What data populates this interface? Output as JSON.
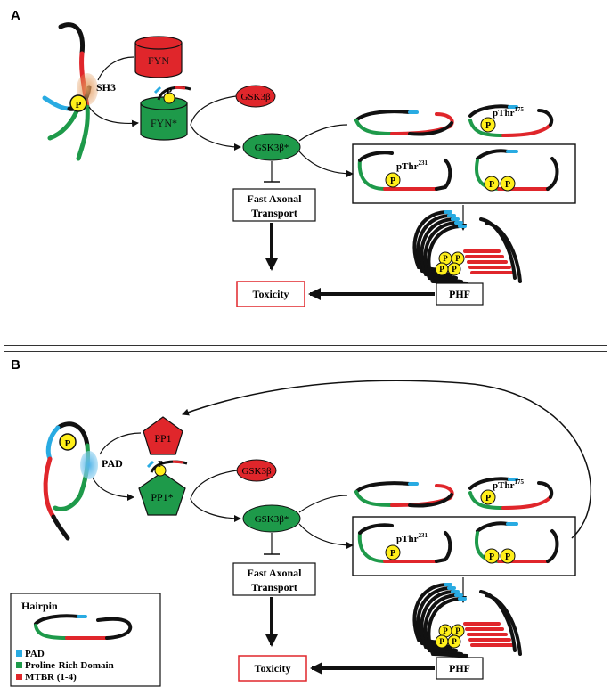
{
  "panels": [
    {
      "letter": "A",
      "activator": "FYN",
      "activated": "FYN*",
      "domain_label": "SH3",
      "kinase": "GSK3β",
      "kinase_active": "GSK3β*",
      "transport_line1": "Fast Axonal",
      "transport_line2": "Transport",
      "toxicity": "Toxicity",
      "phf": "PHF",
      "pthr175": "pThr",
      "pthr175_sup": "175",
      "pthr231": "pThr",
      "pthr231_sup": "231",
      "phospho": "P"
    },
    {
      "letter": "B",
      "activator": "PP1",
      "activated": "PP1*",
      "domain_label": "PAD",
      "kinase": "GSK3β",
      "kinase_active": "GSK3β*",
      "transport_line1": "Fast Axonal",
      "transport_line2": "Transport",
      "toxicity": "Toxicity",
      "phf": "PHF",
      "pthr175": "pThr",
      "pthr175_sup": "175",
      "pthr231": "pThr",
      "pthr231_sup": "231",
      "phospho": "P"
    }
  ],
  "legend": {
    "title": "Hairpin",
    "items": [
      {
        "label": "PAD",
        "color": "#29abe2"
      },
      {
        "label": "Proline-Rich Domain",
        "color": "#1e9a4a"
      },
      {
        "label": "MTBR (1-4)",
        "color": "#e0262b"
      }
    ]
  },
  "colors": {
    "red": "#e0262b",
    "green": "#1e9a4a",
    "cyan": "#29abe2",
    "yellow": "#ffef1a",
    "black": "#111111"
  }
}
